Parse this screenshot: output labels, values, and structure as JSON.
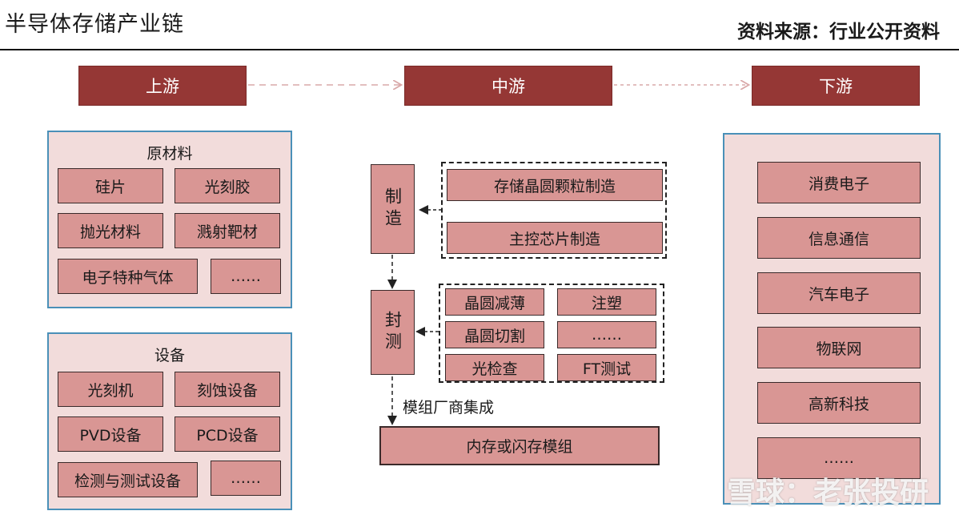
{
  "header": {
    "title": "半导体存储产业链",
    "source": "资料来源：行业公开资料"
  },
  "stages": {
    "upstream": "上游",
    "midstream": "中游",
    "downstream": "下游"
  },
  "upstream": {
    "raw_materials": {
      "title": "原材料",
      "items": [
        "硅片",
        "光刻胶",
        "抛光材料",
        "溅射靶材",
        "电子特种气体",
        "……"
      ]
    },
    "equipment": {
      "title": "设备",
      "items": [
        "光刻机",
        "刻蚀设备",
        "PVD设备",
        "PCD设备",
        "检测与测试设备",
        "……"
      ]
    }
  },
  "midstream": {
    "manufacturing": {
      "label": "制造",
      "items": [
        "存储晶圆颗粒制造",
        "主控芯片制造"
      ]
    },
    "packaging_testing": {
      "label": "封测",
      "items": [
        "晶圆减薄",
        "注塑",
        "晶圆切割",
        "……",
        "光检查",
        "FT测试"
      ]
    },
    "integration_caption": "模组厂商集成",
    "module": "内存或闪存模组"
  },
  "downstream": {
    "items": [
      "消费电子",
      "信息通信",
      "汽车电子",
      "物联网",
      "高新科技",
      "……"
    ]
  },
  "watermark": {
    "icon": "xueqiu-logo-icon",
    "text": "雪球：老张投研"
  },
  "colors": {
    "stage_fill": "#953735",
    "item_fill": "#d99694",
    "group_fill": "#f2dcdb",
    "group_border": "#4a90b8"
  }
}
